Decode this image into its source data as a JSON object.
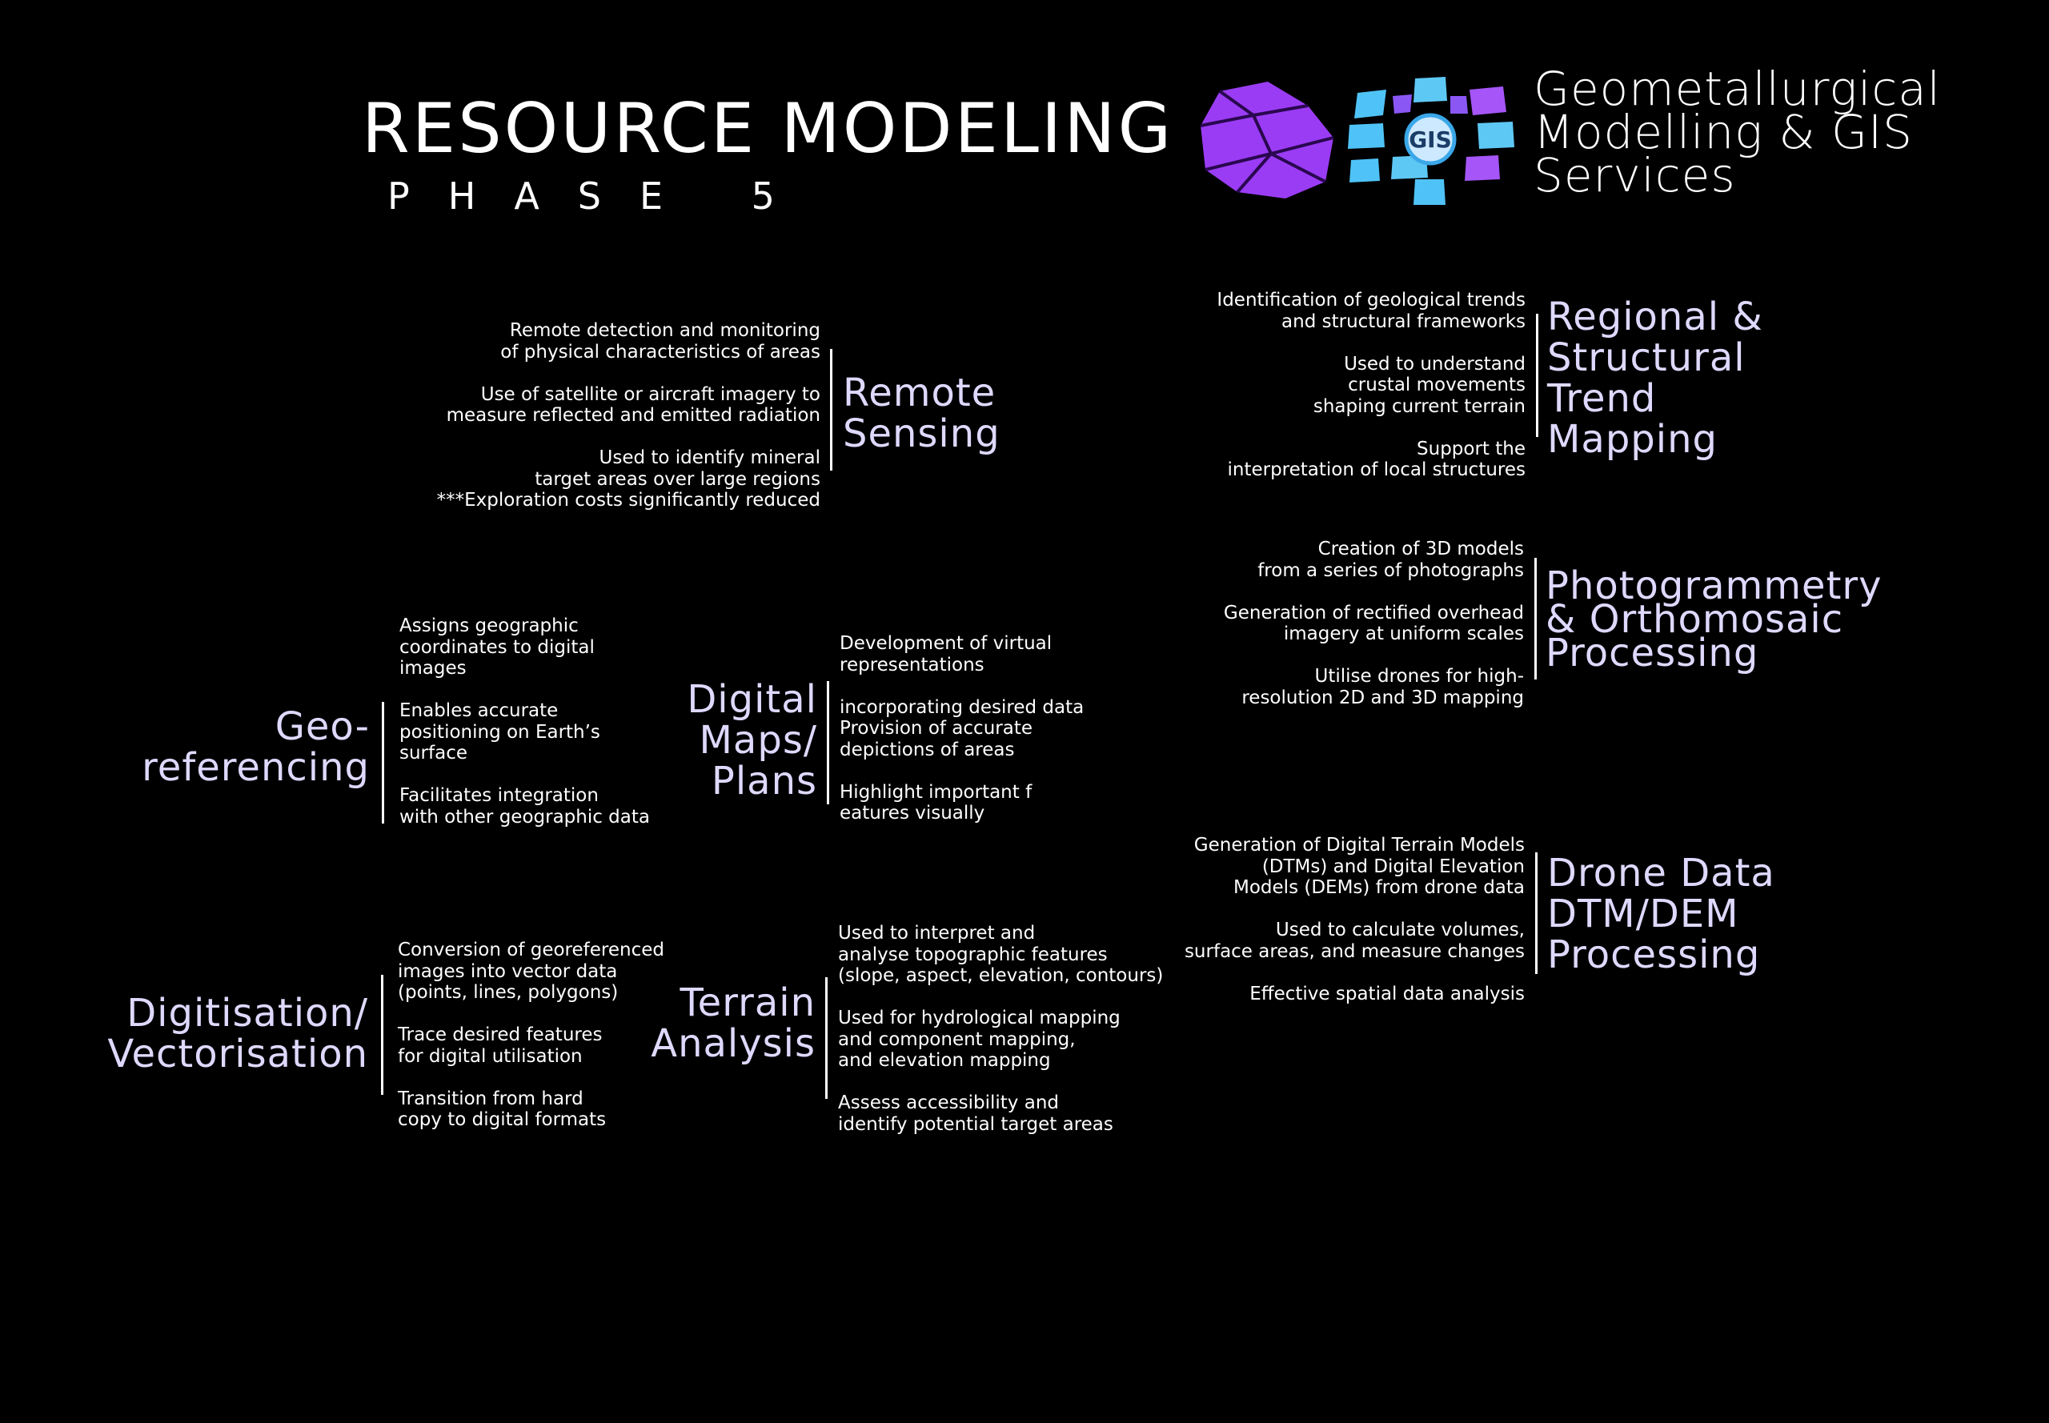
{
  "header": {
    "title": "RESOURCE MODELING",
    "phase": "PHASE 5",
    "brand": "Geometallurgical\nModelling & GIS\nServices",
    "gis_badge": "GIS"
  },
  "colors": {
    "background": "#000000",
    "text": "#ffffff",
    "section_title_purple": "#ded9ff",
    "logo_purple": "#9b3cf5",
    "logo_cyan": "#5ec8f5"
  },
  "icons": {
    "rock": "crystal-rock-icon",
    "gis": "gis-map-tiles-icon"
  },
  "sections": {
    "remote_sensing": {
      "title": "Remote\nSensing",
      "desc": "Remote detection and monitoring \nof physical characteristics of areas\n\nUse of satellite or aircraft imagery to\nmeasure reflected and emitted radiation\n\nUsed to identify mineral\ntarget areas over large regions\n***Exploration costs significantly reduced"
    },
    "georeferencing": {
      "title": "Geo-\nreferencing",
      "desc": "Assigns geographic\ncoordinates to digital\nimages\n\nEnables accurate\npositioning on Earth’s\nsurface\n\nFacilitates integration\nwith other geographic data"
    },
    "digital_maps": {
      "title": "Digital\nMaps/\nPlans",
      "desc": "Development of virtual\nrepresentations\n\nincorporating desired data\nProvision of accurate\ndepictions of areas\n\nHighlight important f\neatures visually"
    },
    "digitisation": {
      "title": "Digitisation/\nVectorisation",
      "desc": "Conversion of georeferenced\nimages into vector data\n(points, lines, polygons)\n\nTrace desired features\nfor digital utilisation\n\nTransition from hard\ncopy to digital formats"
    },
    "terrain": {
      "title": "Terrain\nAnalysis",
      "desc": "Used to interpret and\nanalyse topographic features\n(slope, aspect, elevation, contours)\n\nUsed for hydrological mapping\nand component mapping,\nand elevation mapping\n\nAssess accessibility and\nidentify potential target areas"
    },
    "regional": {
      "title": "Regional &\nStructural\nTrend\nMapping",
      "desc": "Identification of geological trends\nand structural frameworks\n\nUsed to understand\ncrustal movements\nshaping current terrain\n\nSupport the\ninterpretation of local structures"
    },
    "photogrammetry": {
      "title": "Photogrammetry\n& Orthomosaic\nProcessing",
      "desc": "Creation of 3D models \nfrom a series of photographs\n\nGeneration of rectified overhead\nimagery at uniform scales\n\nUtilise drones for high-\nresolution 2D and 3D mapping"
    },
    "drone": {
      "title": "Drone Data\nDTM/DEM\nProcessing",
      "desc": "Generation of Digital Terrain Models\n(DTMs) and Digital Elevation\nModels (DEMs) from drone data\n\nUsed to calculate volumes,\nsurface areas, and measure changes\n\nEffective spatial data analysis"
    }
  }
}
